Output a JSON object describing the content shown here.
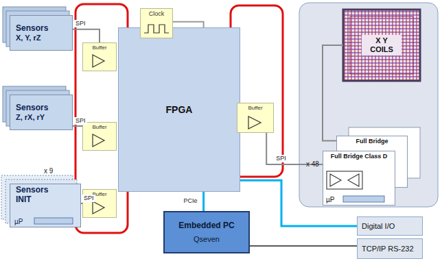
{
  "diagram": {
    "nodes": [
      {
        "text": [
          "Sensors",
          "X, Y, rZ"
        ]
      },
      {
        "text": [
          "Sensors",
          "Z, rX, rY"
        ]
      },
      {
        "text": [
          "Sensors",
          "INIT",
          "µP"
        ]
      },
      {
        "text": [
          "FPGA"
        ]
      },
      {
        "text": [
          "Buffer"
        ]
      },
      {
        "text": [
          "Buffer"
        ]
      },
      {
        "text": [
          "Buffer"
        ]
      },
      {
        "text": [
          "Clock"
        ]
      },
      {
        "text": [
          "Buffer"
        ]
      },
      {
        "text": [
          "Embedded PC",
          "Qseven"
        ]
      },
      {
        "text": [
          "X Y COILS"
        ]
      },
      {
        "text": [
          "Full Bridge"
        ]
      },
      {
        "text": [
          "Full Bridge Class D",
          "µP"
        ]
      },
      {
        "text": [
          "Digital I/O"
        ]
      },
      {
        "text": [
          "TCP/IP RS-232"
        ]
      }
    ],
    "edges": [
      {
        "from": 0,
        "to": 4,
        "arrow": "none",
        "label": "SPI"
      },
      {
        "from": 1,
        "to": 5,
        "arrow": "none",
        "label": "SPI"
      },
      {
        "from": 2,
        "to": 6,
        "arrow": "none",
        "label": "SPI"
      },
      {
        "from": 7,
        "to": 3,
        "arrow": "none"
      },
      {
        "from": 3,
        "to": 9,
        "arrow": "none",
        "label": "PCIe"
      },
      {
        "from": 3,
        "to": 13,
        "arrow": "none"
      },
      {
        "from": 9,
        "to": 14,
        "arrow": "none"
      },
      {
        "from": 8,
        "to": 12,
        "arrow": "none",
        "label": "SPI"
      },
      {
        "from": 10,
        "to": 11,
        "arrow": "none"
      }
    ],
    "labels": [
      "x 9",
      "x 48"
    ]
  }
}
